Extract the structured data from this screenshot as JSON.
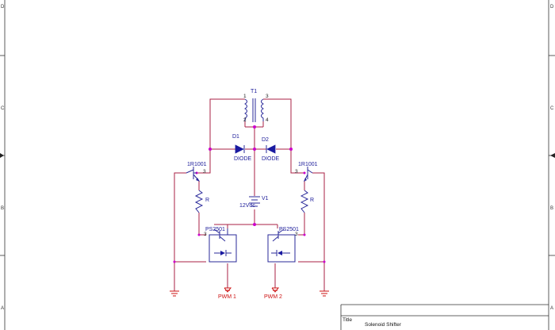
{
  "title_block": {
    "title_label": "Title",
    "title_value": "Solenoid Shifter"
  },
  "zones": {
    "left": [
      "D",
      "C",
      "B",
      "A"
    ],
    "right": [
      "D",
      "C",
      "B",
      "A"
    ]
  },
  "transformer": {
    "ref": "T1",
    "pin1": "1",
    "pin2": "2",
    "pin3": "3",
    "pin4": "4"
  },
  "diodes": [
    {
      "ref": "D1",
      "value": "DIODE"
    },
    {
      "ref": "D2",
      "value": "DIODE"
    }
  ],
  "transistors": [
    {
      "ref": "1R1001",
      "pin": "3"
    },
    {
      "ref": "1R1001",
      "pin": "3"
    }
  ],
  "resistors": [
    {
      "value": "R"
    },
    {
      "value": "R"
    }
  ],
  "battery": {
    "ref": "V1",
    "value": "12Vdc"
  },
  "optocouplers": [
    {
      "ref": "PS2501",
      "pin": "3"
    },
    {
      "ref": "PS2501",
      "pin": "3"
    }
  ],
  "nets": {
    "pwm1": "PWM 1",
    "pwm2": "PWM 2"
  },
  "colors": {
    "wire": "#aa2244",
    "component": "#2a2a9a",
    "net_label": "#cc1111",
    "junction": "#cc00cc"
  }
}
